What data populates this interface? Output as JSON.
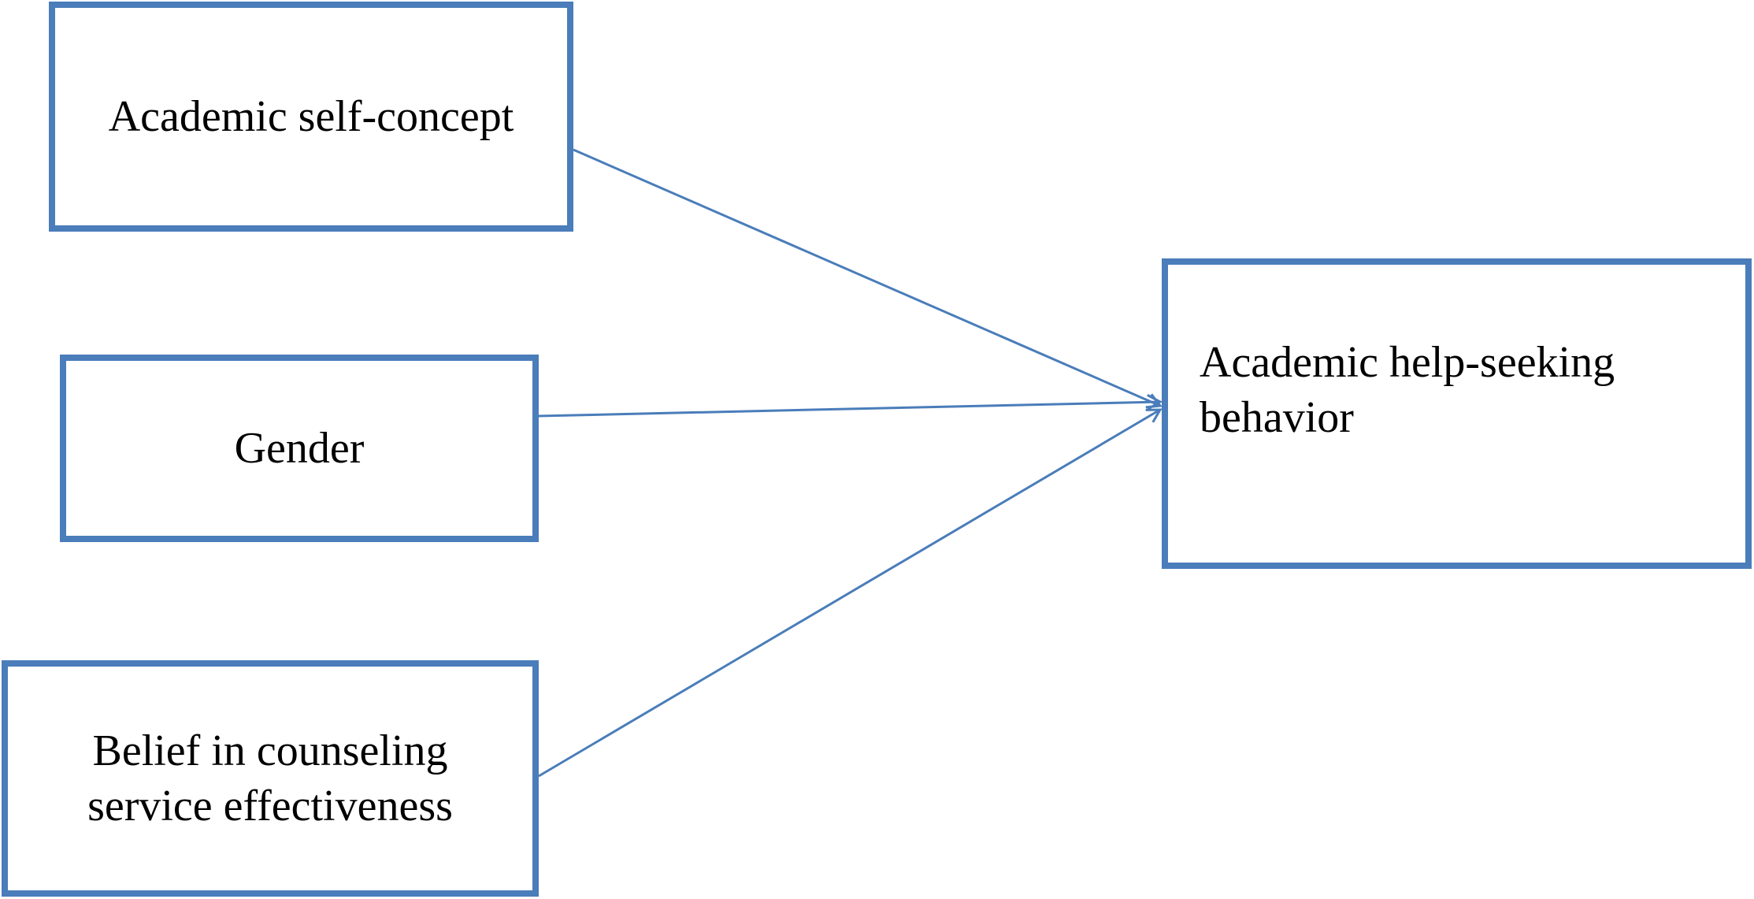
{
  "diagram": {
    "colors": {
      "stroke": "#4a7dba",
      "text": "#000000",
      "background": "#ffffff"
    },
    "nodes": [
      {
        "id": "academic-self-concept",
        "label": "Academic self-concept"
      },
      {
        "id": "gender",
        "label": "Gender"
      },
      {
        "id": "belief-counseling",
        "label": "Belief in counseling\nservice effectiveness"
      },
      {
        "id": "help-seeking",
        "label": "Academic help-seeking\nbehavior"
      }
    ],
    "edges": [
      {
        "from": "academic-self-concept",
        "to": "help-seeking"
      },
      {
        "from": "gender",
        "to": "help-seeking"
      },
      {
        "from": "belief-counseling",
        "to": "help-seeking"
      }
    ]
  }
}
